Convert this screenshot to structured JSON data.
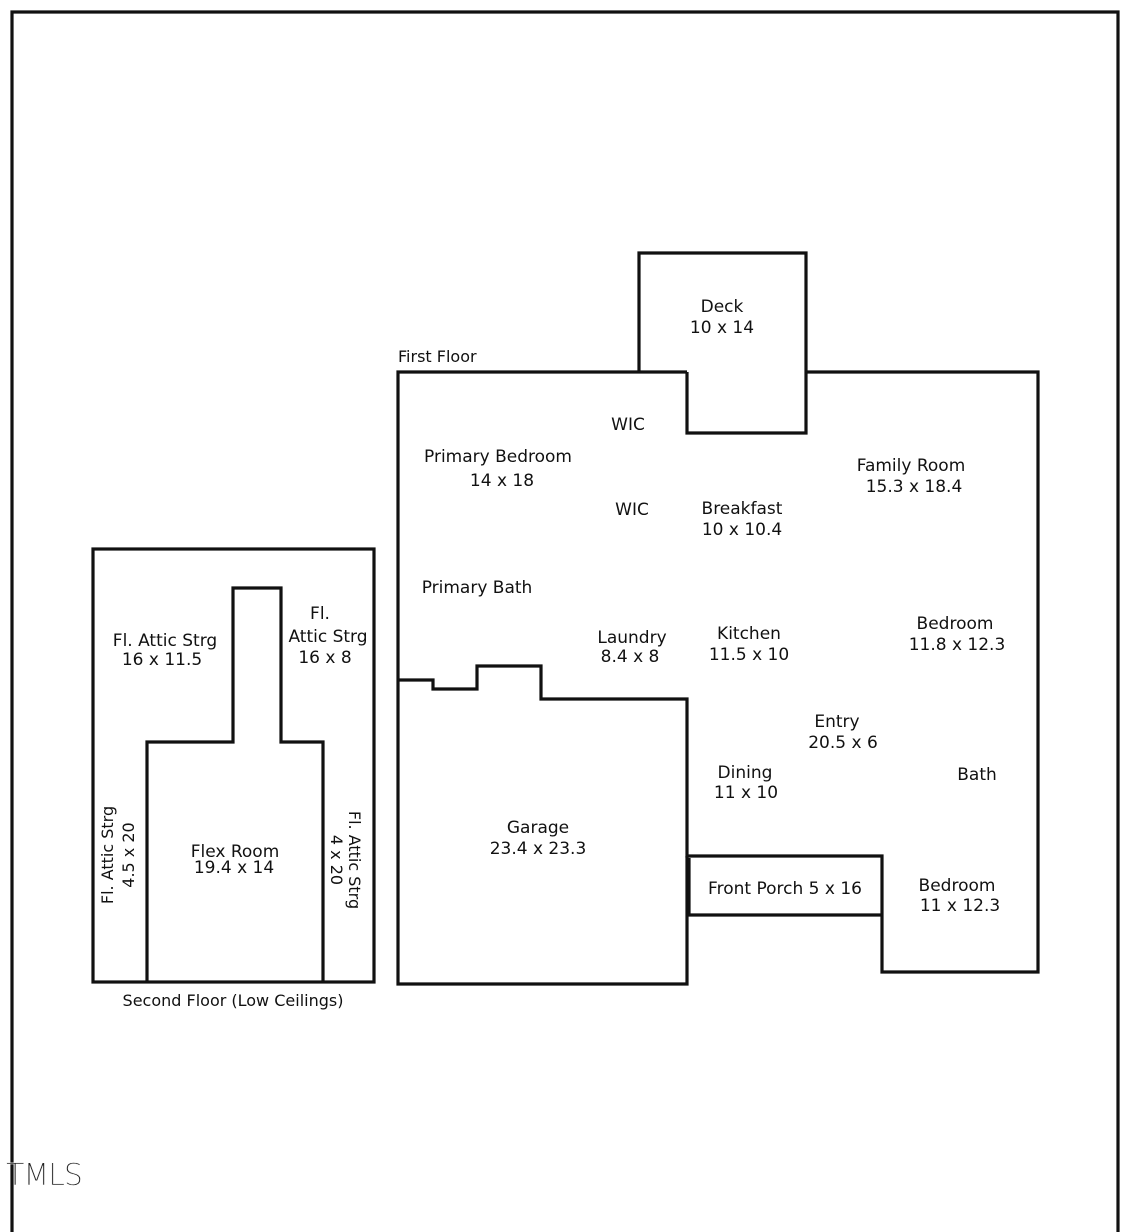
{
  "floor_labels": {
    "first": "First Floor",
    "second": "Second Floor (Low Ceilings)"
  },
  "rooms": {
    "deck": {
      "name": "Deck",
      "dims": "10 x 14"
    },
    "wic_top": {
      "name": "WIC"
    },
    "wic_mid": {
      "name": "WIC"
    },
    "primary_bedroom": {
      "name": "Primary Bedroom",
      "dims": "14 x 18"
    },
    "family_room": {
      "name": "Family Room",
      "dims": "15.3 x 18.4"
    },
    "breakfast": {
      "name": "Breakfast",
      "dims": "10 x 10.4"
    },
    "primary_bath": {
      "name": "Primary Bath"
    },
    "laundry": {
      "name": "Laundry",
      "dims": "8.4 x 8"
    },
    "kitchen": {
      "name": "Kitchen",
      "dims": "11.5 x 10"
    },
    "bedroom_1": {
      "name": "Bedroom",
      "dims": "11.8 x 12.3"
    },
    "entry": {
      "name": "Entry",
      "dims": "20.5 x 6"
    },
    "dining": {
      "name": "Dining",
      "dims": "11 x 10"
    },
    "bath": {
      "name": "Bath"
    },
    "garage": {
      "name": "Garage",
      "dims": "23.4 x 23.3"
    },
    "front_porch": {
      "name": "Front Porch 5 x 16"
    },
    "bedroom_2": {
      "name": "Bedroom",
      "dims": "11 x 12.3"
    },
    "attic_left": {
      "name": "Fl. Attic Strg",
      "dims": "16 x 11.5"
    },
    "attic_right": {
      "name_1": "Fl.",
      "name_2": "Attic Strg",
      "dims": "16 x 8"
    },
    "attic_side_left": {
      "name": "Fl. Attic Strg",
      "dims": "4.5 x 20"
    },
    "attic_side_right": {
      "name": "Fl. Attic Strg",
      "dims": "4 x 20"
    },
    "flex_room": {
      "name": "Flex Room",
      "dims": "19.4 x 14"
    }
  },
  "watermark": "TMLS",
  "colors": {
    "line": "#111111",
    "background": "#ffffff"
  }
}
